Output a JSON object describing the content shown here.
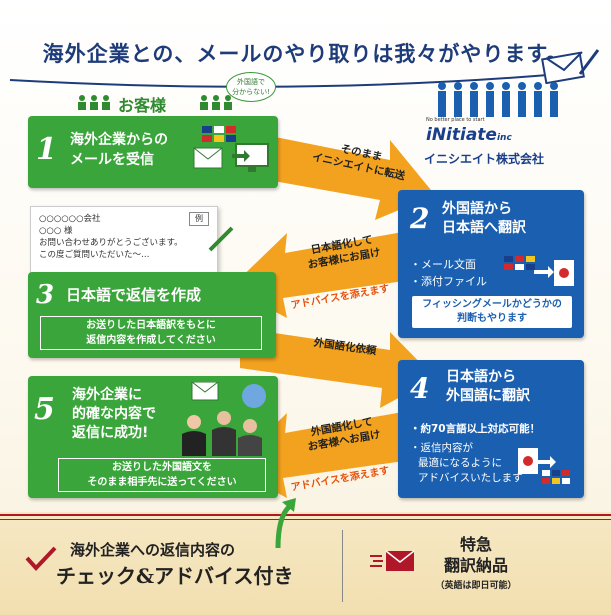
{
  "headline": "海外企業との、メールのやり取りは我々がやります。",
  "customer": {
    "label": "お客様",
    "bubble_line1": "外国語で",
    "bubble_line2": "分からない!"
  },
  "company": {
    "tagline": "No better place to start",
    "logo_main": "iNitiate",
    "logo_suffix": "inc",
    "name": "イニシエイト株式会社"
  },
  "steps": {
    "s1": {
      "num": "1",
      "line1": "海外企業からの",
      "line2": "メールを受信"
    },
    "s2": {
      "num": "2",
      "line1": "外国語から",
      "line2": "日本語へ翻訳",
      "item1": "・メール文面",
      "item2": "・添付ファイル",
      "note_line1": "フィッシングメールかどうかの",
      "note_line2": "判断もやります"
    },
    "s3": {
      "num": "3",
      "title": "日本語で返信を作成",
      "box_line1": "お送りした日本語訳をもとに",
      "box_line2": "返信内容を作成してください"
    },
    "s4": {
      "num": "4",
      "line1": "日本語から",
      "line2": "外国語に翻訳",
      "item1": "・約70言語以上対応可能！",
      "item2": "・返信内容が",
      "item3": "最適になるように",
      "item4": "アドバイスいたします"
    },
    "s5": {
      "num": "5",
      "line1": "海外企業に",
      "line2": "的確な内容で",
      "line3": "返信に成功!",
      "box_line1": "お送りした外国語文を",
      "box_line2": "そのまま相手先に送ってください"
    }
  },
  "arrows": {
    "a1_line1": "そのまま",
    "a1_line2": "イニシエイトに転送",
    "a2_line1": "日本語化して",
    "a2_line2": "お客様にお届け",
    "a2_advice": "アドバイスを添えます",
    "a3": "外国語化依頼",
    "a4_line1": "外国語化して",
    "a4_line2": "お客様へお届け",
    "a4_advice": "アドバイスを添えます"
  },
  "letter": {
    "line1": "○○○○○○会社",
    "line2": "○○○ 様",
    "line3": "お問い合わせありがとうございます。",
    "line4": "この度ご質問いただいた〜…",
    "badge": "例"
  },
  "bottom": {
    "check_line1": "海外企業への返信内容の",
    "check_line2": "チェック&アドバイス付き",
    "urgent_line1": "特急",
    "urgent_line2": "翻訳納品",
    "urgent_line3": "（英語は即日可能）"
  },
  "colors": {
    "green": "#3aa53a",
    "blue": "#1a5fb0",
    "orange": "#f2a21e",
    "navy": "#1e3c7a",
    "red": "#b0182a"
  }
}
